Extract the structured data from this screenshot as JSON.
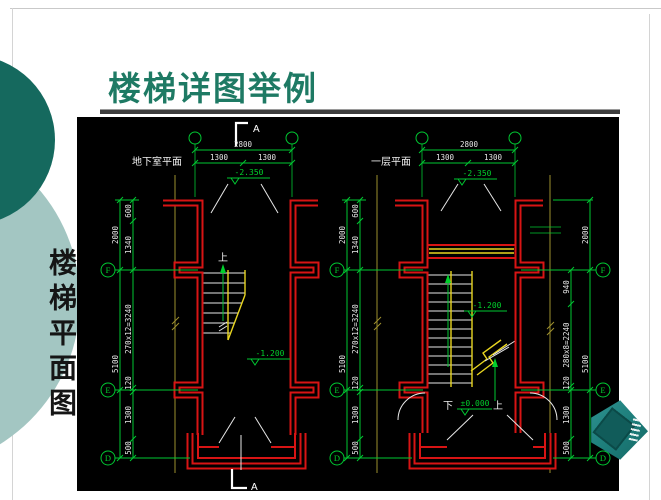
{
  "slide": {
    "title": "楼梯详图举例",
    "side_label": "楼梯平面图"
  },
  "colors": {
    "accent_teal": "#1e7a64",
    "cad_background": "#000000",
    "cad_green": "#00c832",
    "cad_red": "#d81414",
    "cad_yellow": "#e8d520",
    "cad_white": "#e6e6e6",
    "logo_teal": "#1c7c79"
  },
  "cad": {
    "left_plan": {
      "label": "地下室平面",
      "section_mark_top": "A",
      "section_mark_bottom": "A",
      "dim_total": "2800",
      "dim_left": "1300",
      "dim_right": "1300",
      "elev_top": "-2.350",
      "elev_mid": "-1.200",
      "up": "上",
      "chain_outer": [
        "2000",
        "5100"
      ],
      "chain_inner": [
        "600",
        "1340",
        "270x12=3240",
        "120",
        "1300",
        "500"
      ],
      "bubbles": [
        "F",
        "E",
        "D"
      ]
    },
    "right_plan": {
      "label": "一层平面",
      "dim_total": "2800",
      "dim_left": "1300",
      "dim_right": "1300",
      "elev_top": "-2.350",
      "elev_mid": "-1.200",
      "elev_floor": "±0.000",
      "up": "上",
      "down": "下",
      "chain_left_outer": [
        "2000",
        "5100"
      ],
      "chain_left_inner": [
        "600",
        "1340",
        "270x12=3240",
        "120",
        "1300",
        "500"
      ],
      "chain_right_outer": [
        "2000",
        "5100"
      ],
      "chain_right_inner": [
        "940",
        "280x8=2240",
        "120",
        "1300",
        "500"
      ],
      "bubbles_left": [
        "F",
        "E",
        "D"
      ],
      "bubbles_right": [
        "F",
        "E",
        "D"
      ]
    }
  }
}
